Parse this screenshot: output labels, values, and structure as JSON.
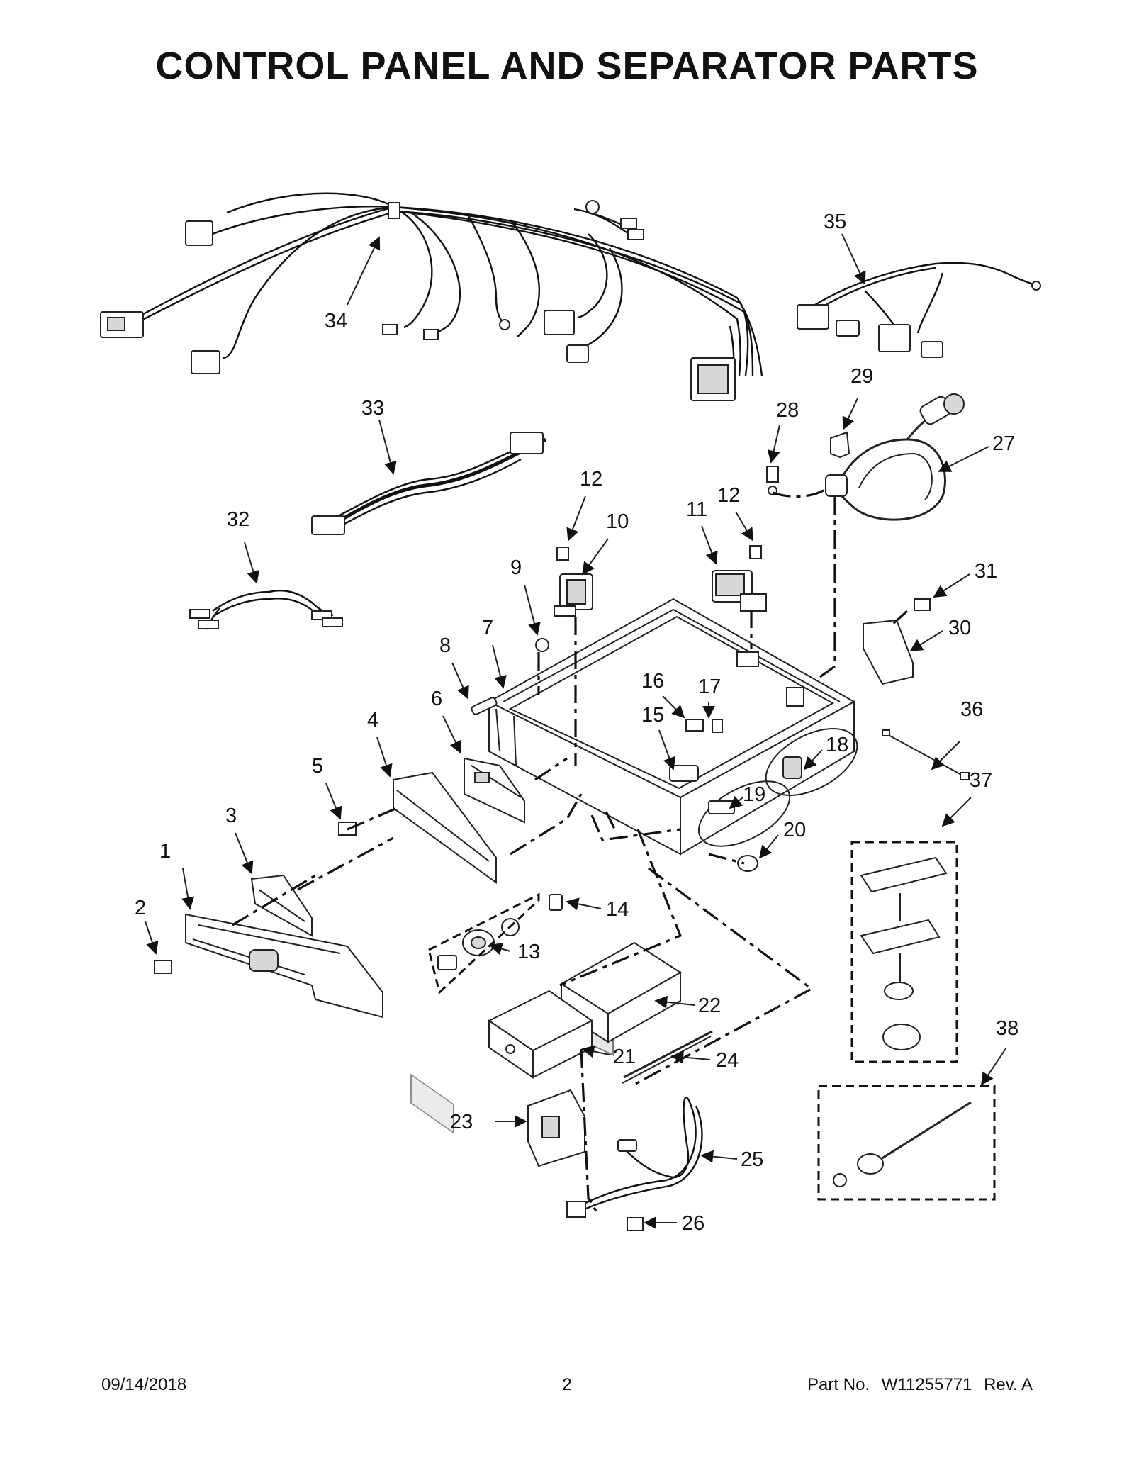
{
  "page": {
    "title": "CONTROL PANEL AND SEPARATOR PARTS",
    "footer": {
      "date": "09/14/2018",
      "page_number": "2",
      "part_no_label": "Part No.",
      "part_no": "W11255771",
      "revision": "Rev.  A"
    }
  },
  "diagram": {
    "callouts": [
      "1",
      "2",
      "3",
      "4",
      "5",
      "6",
      "7",
      "8",
      "9",
      "10",
      "11",
      "12",
      "12",
      "13",
      "14",
      "15",
      "16",
      "17",
      "18",
      "19",
      "20",
      "21",
      "22",
      "23",
      "24",
      "25",
      "26",
      "27",
      "28",
      "29",
      "30",
      "31",
      "32",
      "33",
      "34",
      "35",
      "36",
      "37",
      "38"
    ]
  }
}
